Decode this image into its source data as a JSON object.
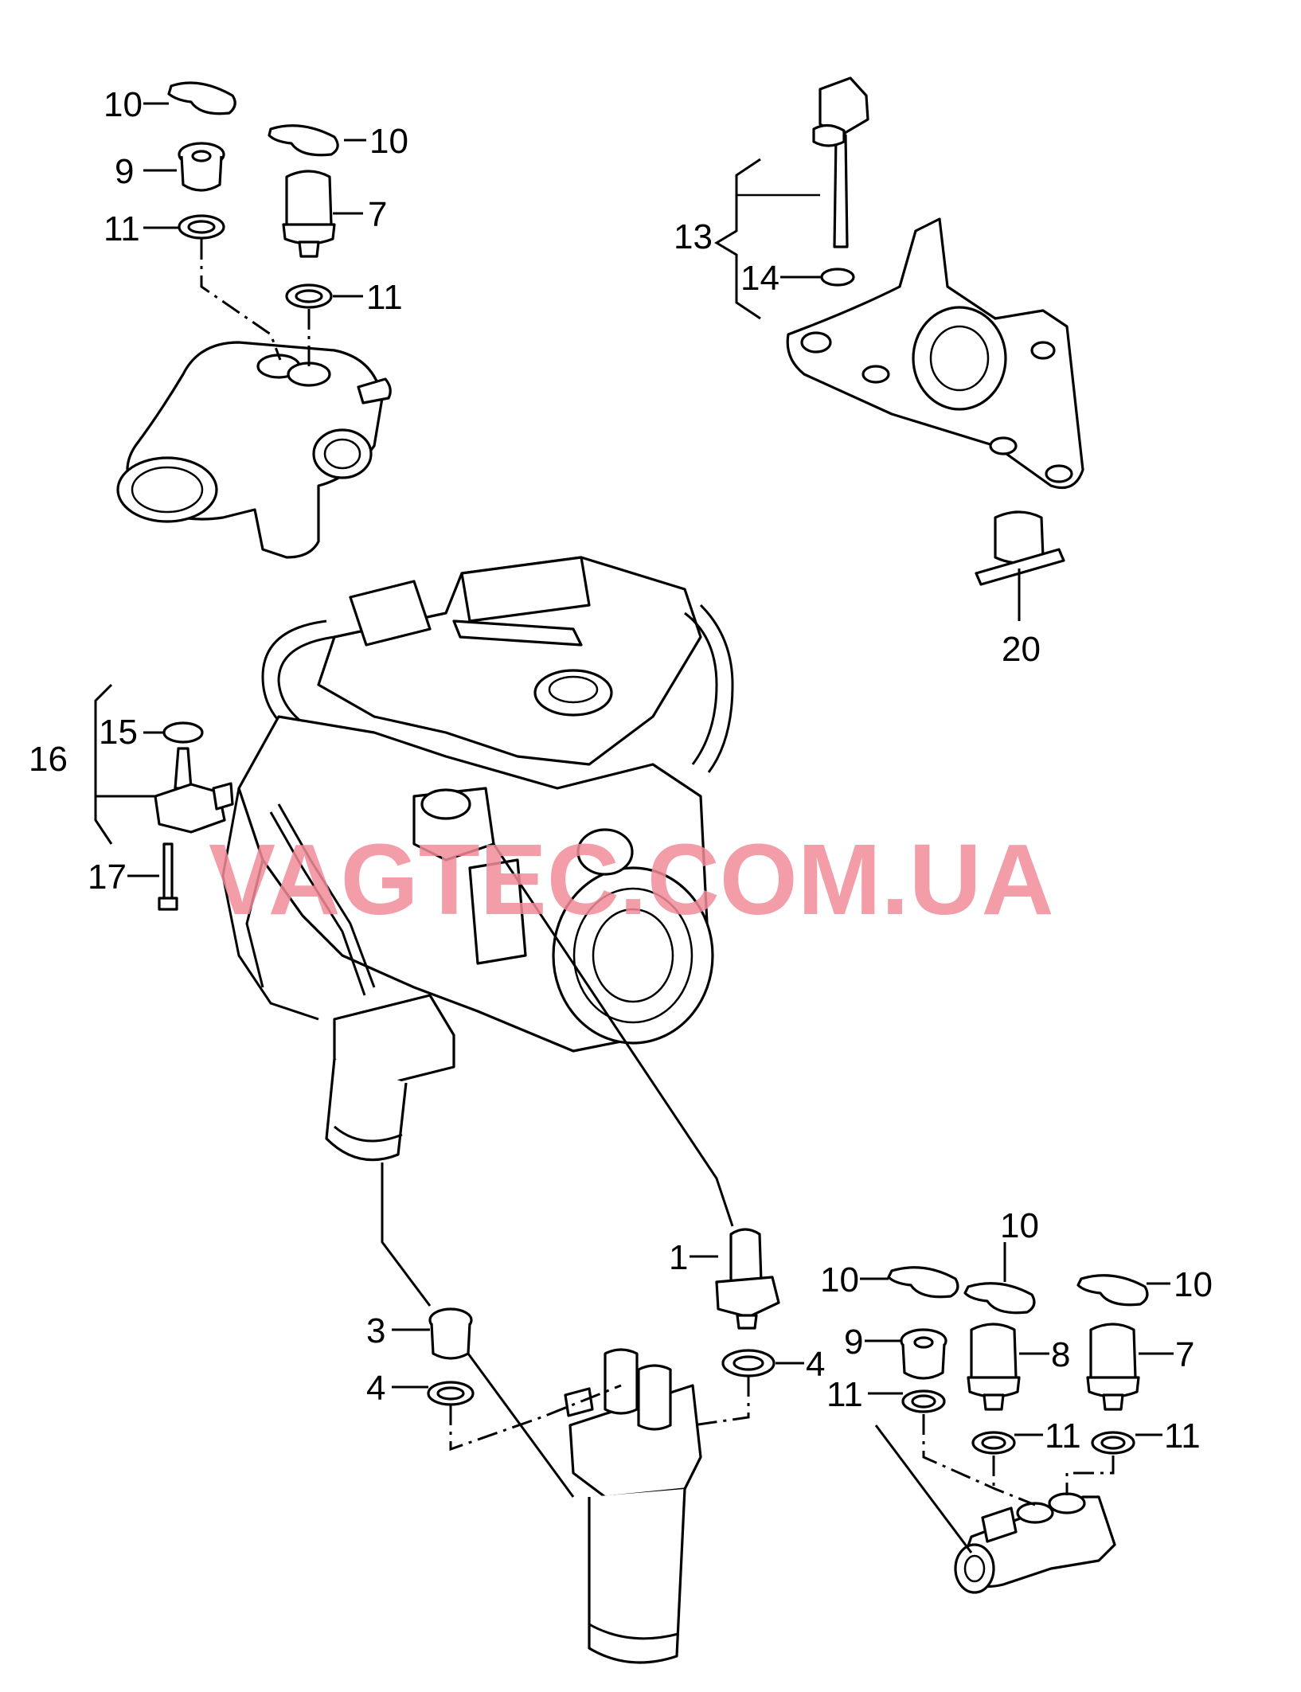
{
  "diagram": {
    "watermark": "VAGTEC.COM.UA",
    "callouts": [
      {
        "id": "c10a",
        "text": "10"
      },
      {
        "id": "c9a",
        "text": "9"
      },
      {
        "id": "c11a",
        "text": "11"
      },
      {
        "id": "c10b",
        "text": "10"
      },
      {
        "id": "c7a",
        "text": "7"
      },
      {
        "id": "c11b",
        "text": "11"
      },
      {
        "id": "c13",
        "text": "13"
      },
      {
        "id": "c14",
        "text": "14"
      },
      {
        "id": "c20",
        "text": "20"
      },
      {
        "id": "c15",
        "text": "15"
      },
      {
        "id": "c16",
        "text": "16"
      },
      {
        "id": "c17",
        "text": "17"
      },
      {
        "id": "c1",
        "text": "1"
      },
      {
        "id": "c4a",
        "text": "4"
      },
      {
        "id": "c3",
        "text": "3"
      },
      {
        "id": "c4b",
        "text": "4"
      },
      {
        "id": "c10c",
        "text": "10"
      },
      {
        "id": "c10d",
        "text": "10"
      },
      {
        "id": "c10e",
        "text": "10"
      },
      {
        "id": "c9b",
        "text": "9"
      },
      {
        "id": "c8",
        "text": "8"
      },
      {
        "id": "c7b",
        "text": "7"
      },
      {
        "id": "c11c",
        "text": "11"
      },
      {
        "id": "c11d",
        "text": "11"
      },
      {
        "id": "c11e",
        "text": "11"
      }
    ]
  }
}
